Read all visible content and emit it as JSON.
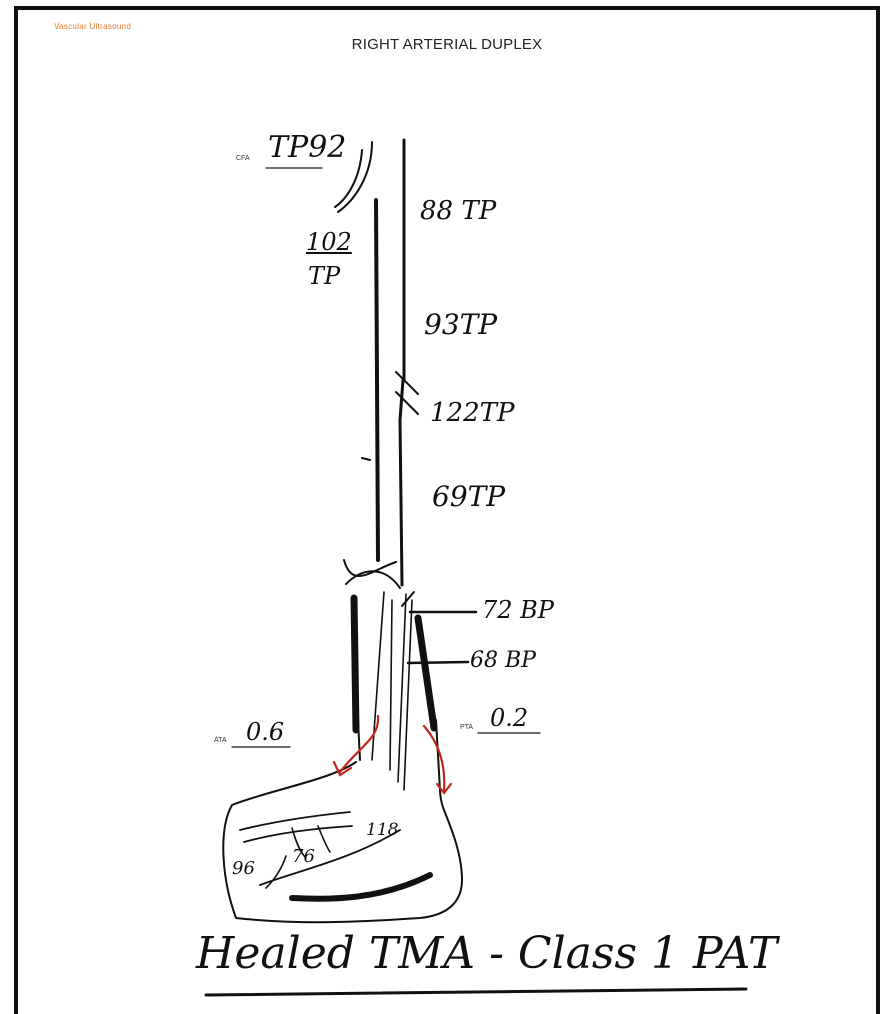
{
  "header": {
    "brand": "Vascular Ultrasound",
    "title": "RIGHT ARTERIAL DUPLEX"
  },
  "left_labels": {
    "cfa_prefix": "CFA",
    "cfa_value": "TP92",
    "pfa_top": "102",
    "pfa_bottom": "TP",
    "ata_prefix": "ATA",
    "ata_value": "0.6"
  },
  "right_labels": {
    "sfa_prox": "88 TP",
    "sfa_mid": "93TP",
    "sfa_dist": "122TP",
    "pop": "69TP",
    "tpt": "72 BP",
    "pta": "68 BP",
    "pta_prefix": "PTA",
    "pta_value": "0.2"
  },
  "foot_labels": {
    "toe_a": "96",
    "toe_b": "76",
    "toe_c": "118"
  },
  "caption": "Healed TMA - Class 1 PAT",
  "colors": {
    "ink": "#111111",
    "accent_red": "#c0281e",
    "brand_orange": "#e87a2a"
  }
}
